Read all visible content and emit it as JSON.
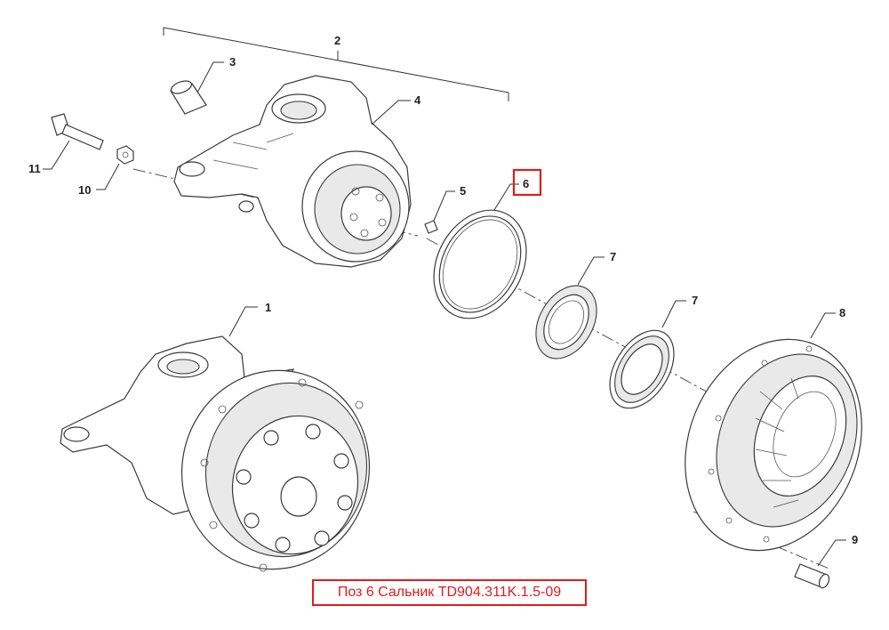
{
  "callouts": {
    "c1": "1",
    "c2": "2",
    "c3": "3",
    "c4": "4",
    "c5": "5",
    "c6": "6",
    "c7a": "7",
    "c7b": "7",
    "c8": "8",
    "c9": "9",
    "c10": "10",
    "c11": "11"
  },
  "caption": "Поз 6 Сальник TD904.311K.1.5-09",
  "highlight_color": "#e21b1b"
}
